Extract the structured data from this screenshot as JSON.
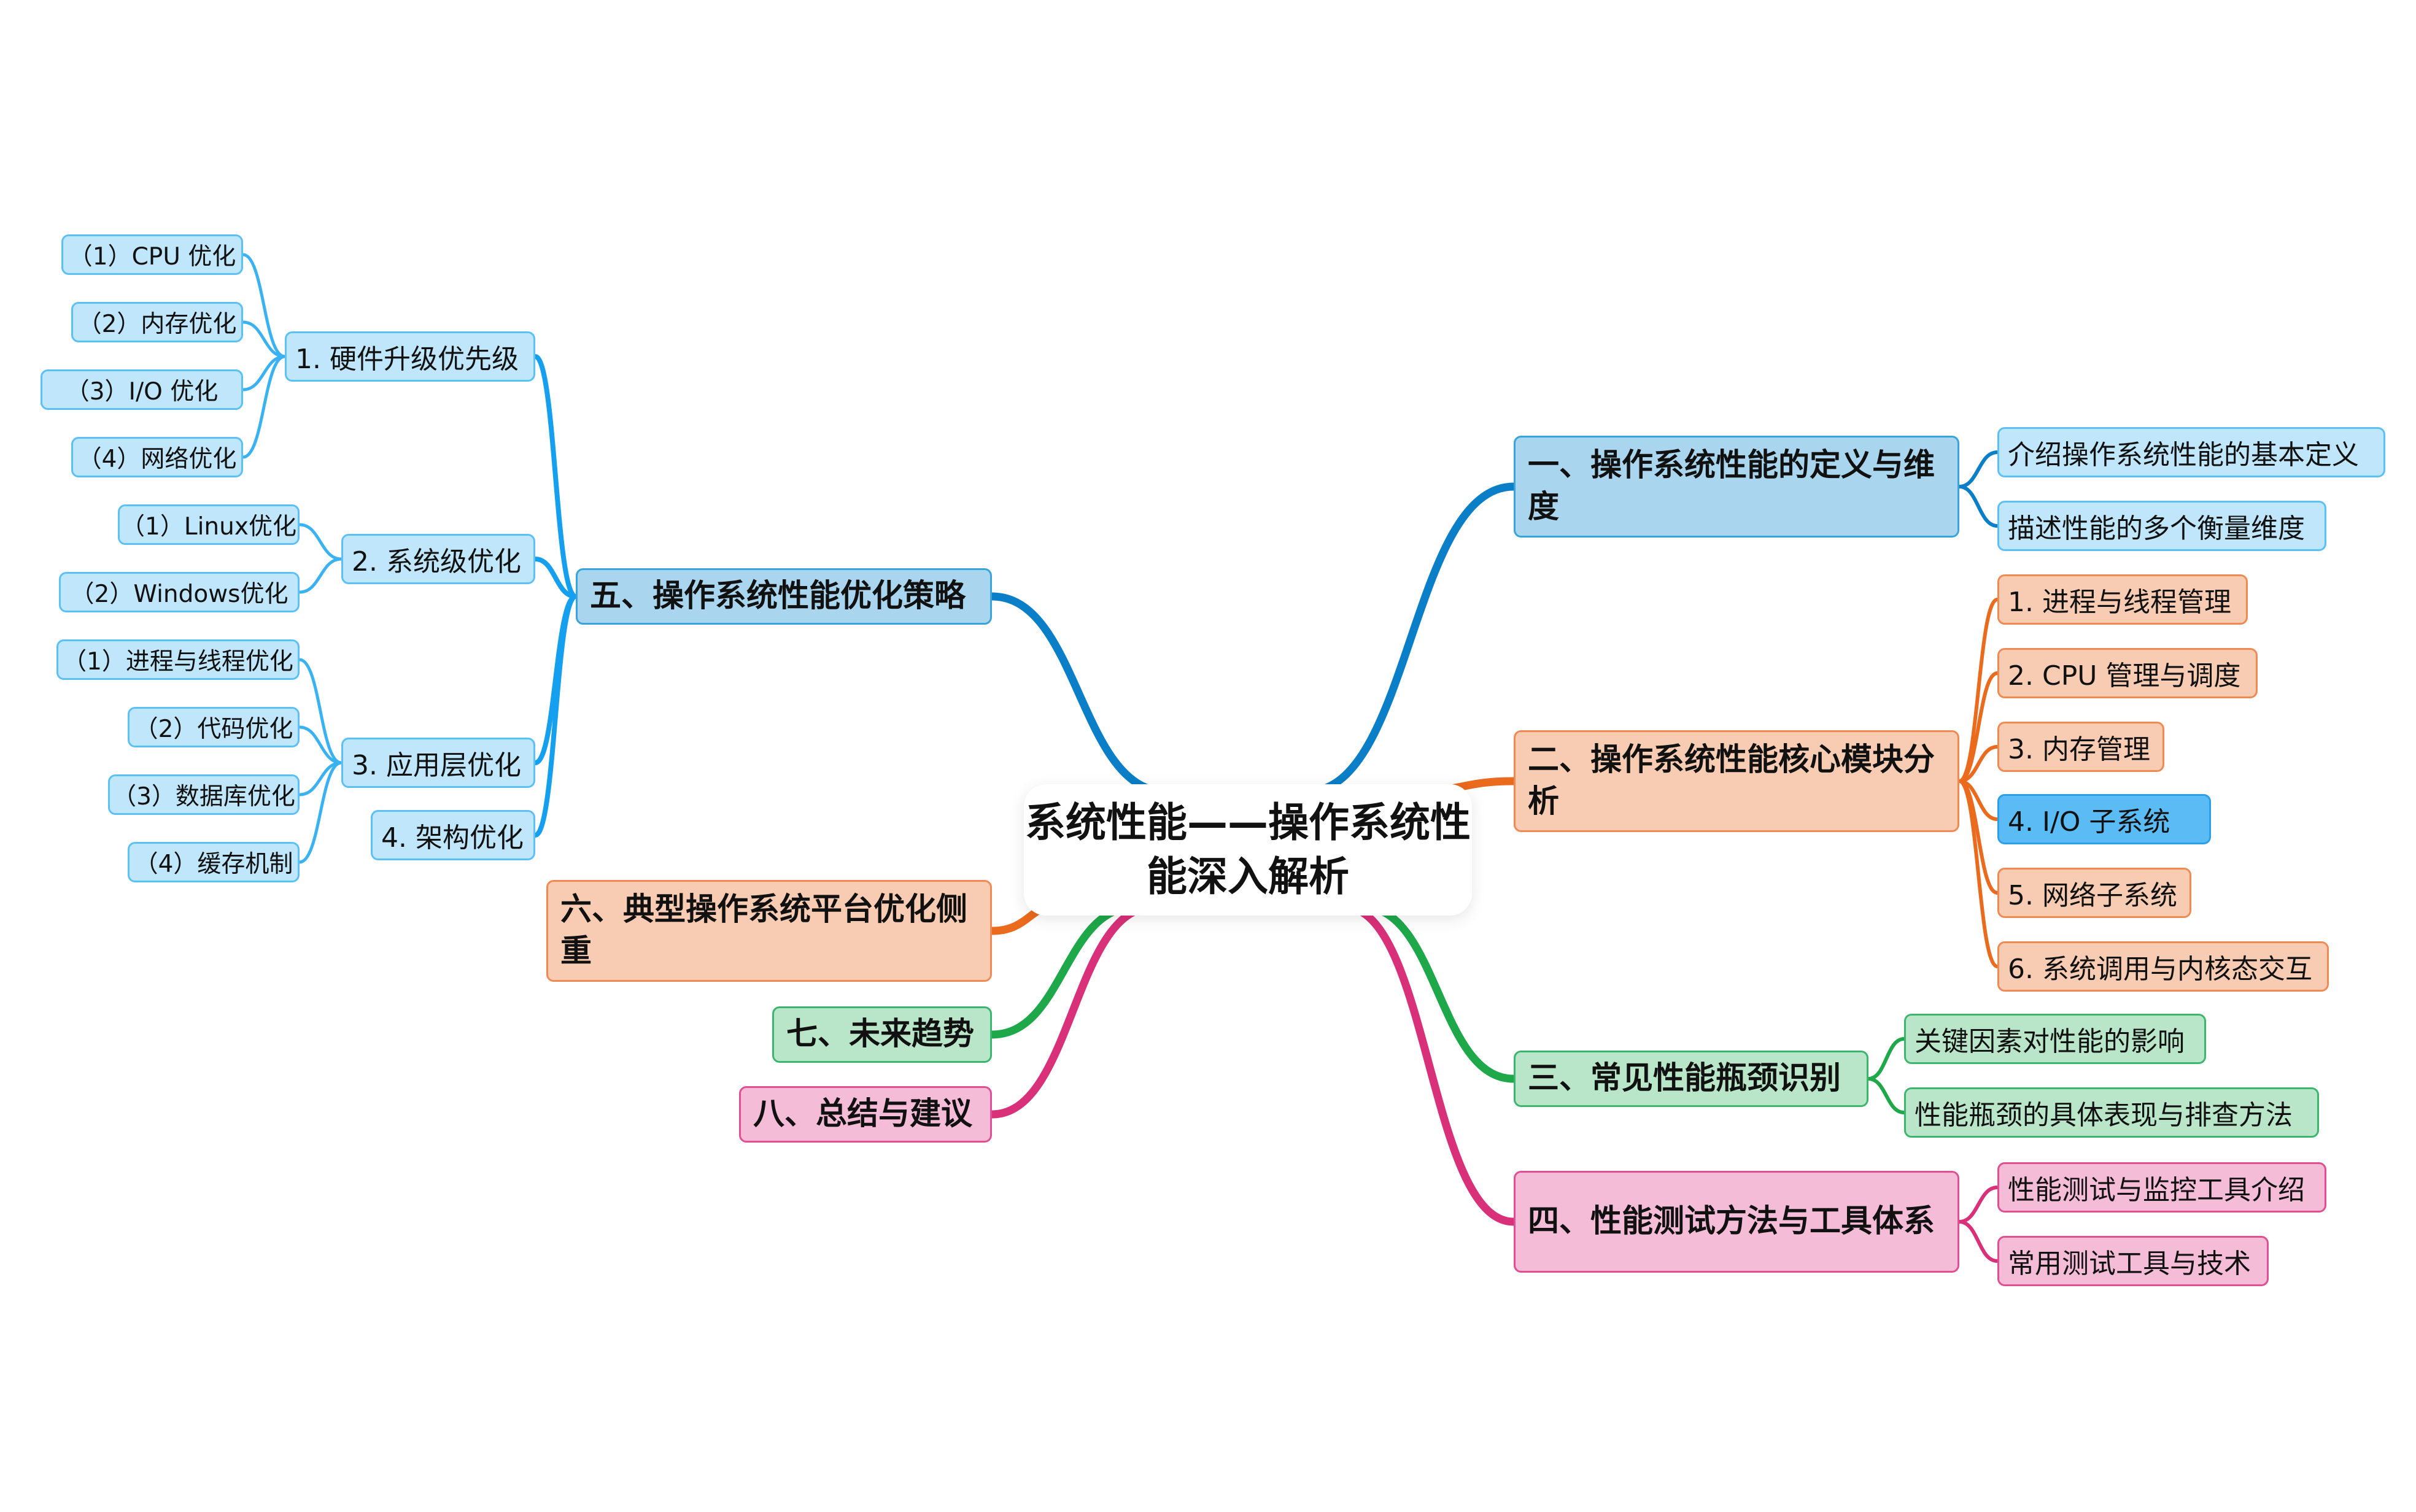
{
  "root": "系统性能——操作系统性能深入解析",
  "colors": {
    "branch1": "#0a7ec6",
    "branch2": "#ea6a1e",
    "branch3": "#1ea84a",
    "branch4": "#d83079",
    "branch5": "#0a7ec6",
    "branch5_sub": "#14a0ee",
    "branch5_leaf": "#3ab2f2",
    "branch6": "#ea6a1e",
    "branch7": "#1ea84a",
    "branch8": "#d83079"
  },
  "right": {
    "b1": {
      "title": "一、操作系统性能的定义与维度",
      "items": [
        "介绍操作系统性能的基本定义",
        "描述性能的多个衡量维度"
      ]
    },
    "b2": {
      "title": "二、操作系统性能核心模块分析",
      "items": [
        "1. 进程与线程管理",
        "2. CPU 管理与调度",
        "3. 内存管理",
        "4. I/O 子系统",
        "5. 网络子系统",
        "6. 系统调用与内核态交互"
      ]
    },
    "b3": {
      "title": "三、常见性能瓶颈识别",
      "items": [
        "关键因素对性能的影响",
        "性能瓶颈的具体表现与排查方法"
      ]
    },
    "b4": {
      "title": "四、性能测试方法与工具体系",
      "items": [
        "性能测试与监控工具介绍",
        "常用测试工具与技术"
      ]
    }
  },
  "left": {
    "b5": {
      "title": "五、操作系统性能优化策略",
      "subs": [
        {
          "label": "1. 硬件升级优先级",
          "leaves": [
            "（1）CPU 优化",
            "（2）内存优化",
            "（3）I/O 优化",
            "（4）网络优化"
          ]
        },
        {
          "label": "2. 系统级优化",
          "leaves": [
            "（1）Linux优化",
            "（2）Windows优化"
          ]
        },
        {
          "label": "3. 应用层优化",
          "leaves": [
            "（1）进程与线程优化",
            "（2）代码优化",
            "（3）数据库优化",
            "（4）缓存机制"
          ]
        },
        {
          "label": "4. 架构优化",
          "leaves": []
        }
      ]
    },
    "b6": {
      "title": "六、典型操作系统平台优化侧重"
    },
    "b7": {
      "title": "七、未来趋势"
    },
    "b8": {
      "title": "八、总结与建议"
    }
  }
}
